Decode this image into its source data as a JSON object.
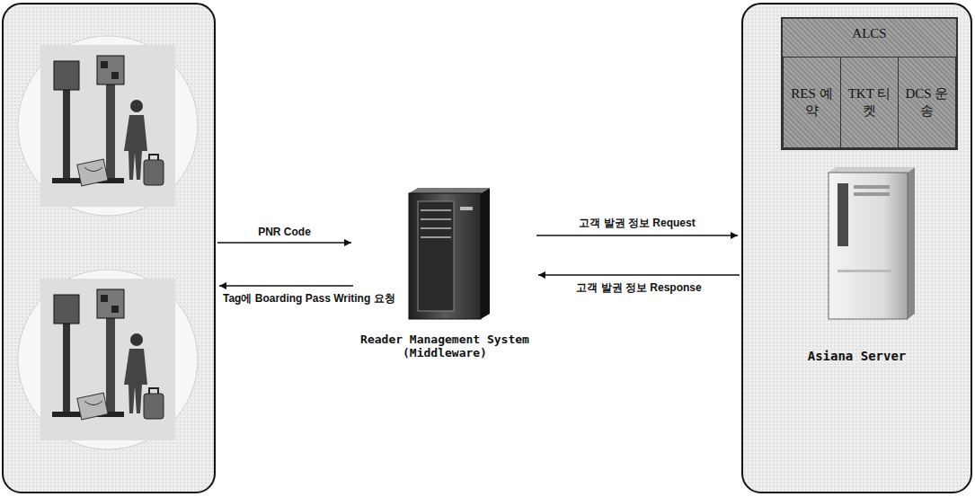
{
  "diagram": {
    "nodes": [
      {
        "text": []
      },
      {
        "text": [
          "Reader Management System (Middleware)"
        ]
      },
      {
        "text": [
          "Asiana Server"
        ]
      },
      {
        "text": [
          "ALCS"
        ],
        "in": 2
      },
      {
        "text": [
          "RES 예약"
        ],
        "in": 3
      },
      {
        "text": [
          "TKT 티켓"
        ],
        "in": 3
      },
      {
        "text": [
          "DCS 운송"
        ],
        "in": 3
      }
    ],
    "edges": [
      {
        "from": 0,
        "to": 1,
        "arrow": "to",
        "label": "PNR Code"
      },
      {
        "from": 1,
        "to": 0,
        "arrow": "to",
        "label": "Tag에 Boarding Pass Writing 요청"
      },
      {
        "from": 1,
        "to": 2,
        "arrow": "to",
        "label": "고객 발권 정보 Request"
      },
      {
        "from": 2,
        "to": 1,
        "arrow": "to",
        "label": "고객 발권 정보 Response"
      }
    ]
  }
}
